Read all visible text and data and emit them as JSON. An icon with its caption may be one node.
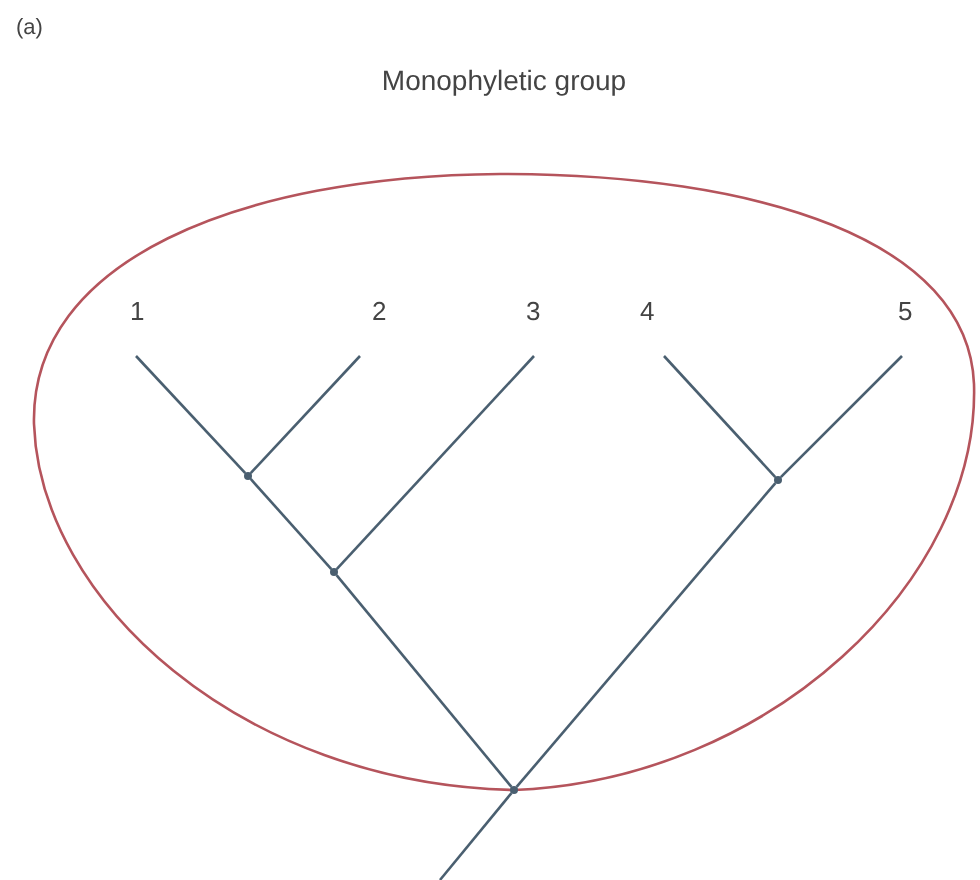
{
  "diagram": {
    "nodes": [
      {
        "text": [
          "Monophyletic group"
        ]
      },
      {
        "text": [
          "1"
        ],
        "in": 0
      },
      {
        "text": [
          "2"
        ],
        "in": 0
      },
      {
        "text": [
          "3"
        ],
        "in": 0
      },
      {
        "text": [
          "4"
        ],
        "in": 0
      },
      {
        "text": [
          "5"
        ],
        "in": 0
      },
      {
        "text": [],
        "shape": "point"
      },
      {
        "text": [],
        "shape": "point",
        "in": 0
      },
      {
        "text": [],
        "shape": "point",
        "in": 0
      },
      {
        "text": [],
        "shape": "point",
        "in": 0
      }
    ],
    "edges": [
      {
        "from": null,
        "to": 6,
        "arrow": "none"
      },
      {
        "from": 6,
        "to": 8,
        "arrow": "none"
      },
      {
        "from": 8,
        "to": 7,
        "arrow": "none"
      },
      {
        "from": 7,
        "to": 1,
        "arrow": "none"
      },
      {
        "from": 7,
        "to": 2,
        "arrow": "none"
      },
      {
        "from": 8,
        "to": 3,
        "arrow": "none"
      },
      {
        "from": 6,
        "to": 9,
        "arrow": "none"
      },
      {
        "from": 9,
        "to": 4,
        "arrow": "none"
      },
      {
        "from": 9,
        "to": 5,
        "arrow": "none"
      }
    ],
    "labels": [
      "(a)"
    ]
  }
}
